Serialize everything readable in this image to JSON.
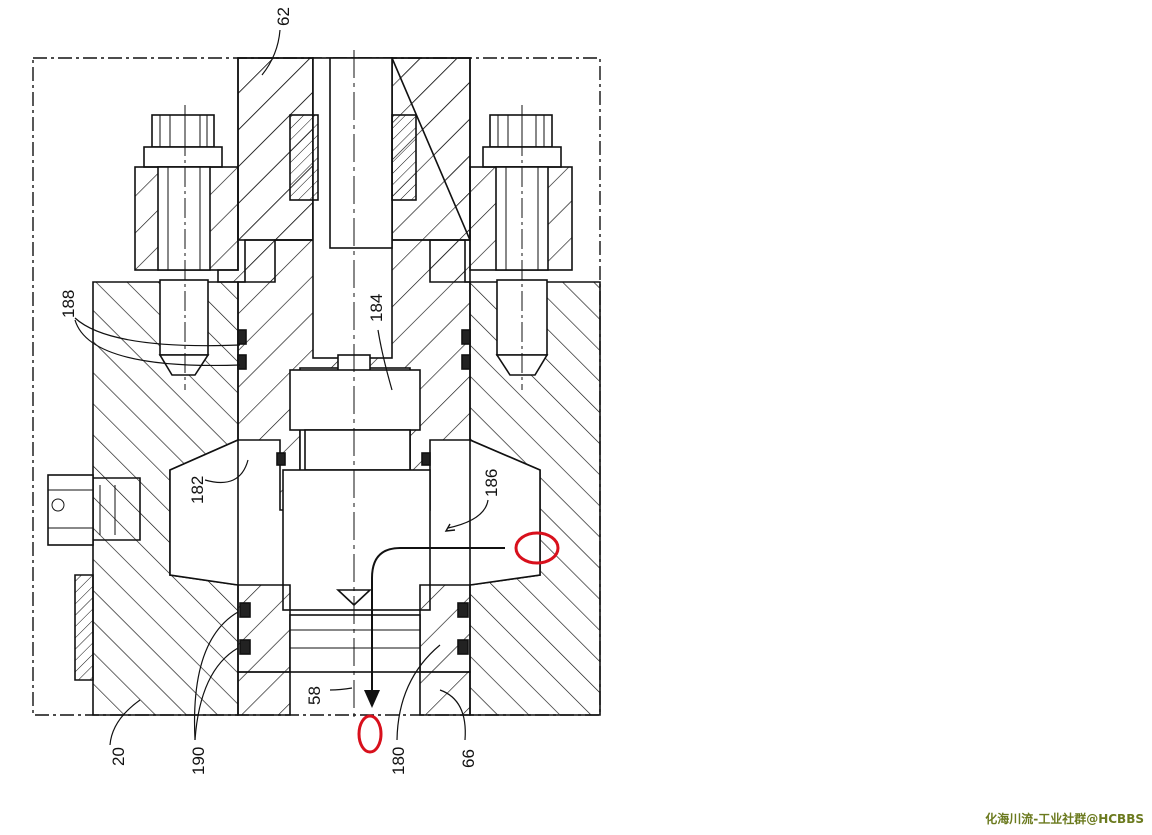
{
  "labels": {
    "l62": "62",
    "l188": "188",
    "l184": "184",
    "l182": "182",
    "l186": "186",
    "l58": "58",
    "l20": "20",
    "l190": "190",
    "l180": "180",
    "l66": "66"
  },
  "watermark": "化海川流-工业社群@HCBBS",
  "colors": {
    "line": "#111111",
    "highlight": "#d8101c",
    "watermark": "#6b7a1e"
  }
}
